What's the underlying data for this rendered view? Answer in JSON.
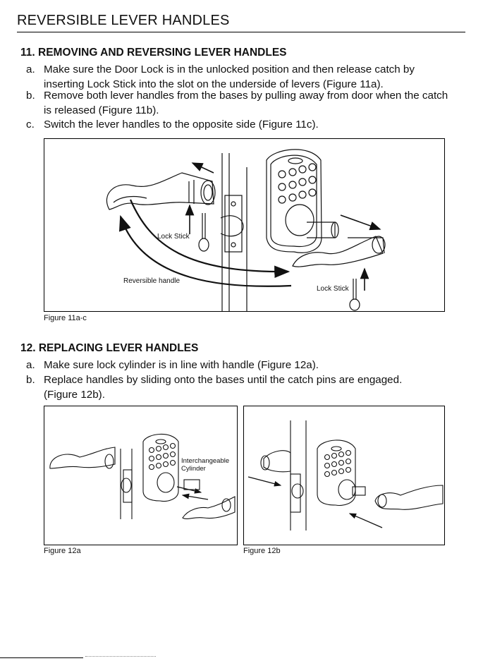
{
  "page": {
    "title": "REVERSIBLE LEVER HANDLES"
  },
  "section11": {
    "heading": "11. REMOVING AND REVERSING LEVER HANDLES",
    "steps": [
      {
        "letter": "a.",
        "lines": [
          "Make sure the Door Lock is in the unlocked position and then release catch by",
          "inserting Lock Stick into the slot on the underside of levers (Figure 11a)."
        ]
      },
      {
        "letter": "b.",
        "lines": [
          "Remove both lever handles from the bases by pulling away from door when the catch",
          "is released (Figure 11b)."
        ]
      },
      {
        "letter": "c.",
        "lines": [
          "Switch the lever handles to the opposite side (Figure 11c)."
        ]
      }
    ],
    "figure": {
      "caption": "Figure 11a-c",
      "labels": {
        "lock_stick_left": "Lock Stick",
        "lock_stick_right": "Lock Stick",
        "reversible_handle": "Reversible handle"
      }
    }
  },
  "section12": {
    "heading": "12. REPLACING LEVER HANDLES",
    "steps": [
      {
        "letter": "a.",
        "lines": [
          "Make sure lock cylinder is in line with handle (Figure 12a)."
        ]
      },
      {
        "letter": "b.",
        "lines": [
          "Replace handles by sliding onto the bases until the catch pins are engaged.",
          "(Figure 12b)."
        ]
      }
    ],
    "figure_a": {
      "caption": "Figure 12a",
      "labels": {
        "interchangeable_1": "Interchangeable",
        "interchangeable_2": "Cylinder"
      }
    },
    "figure_b": {
      "caption": "Figure 12b"
    }
  }
}
